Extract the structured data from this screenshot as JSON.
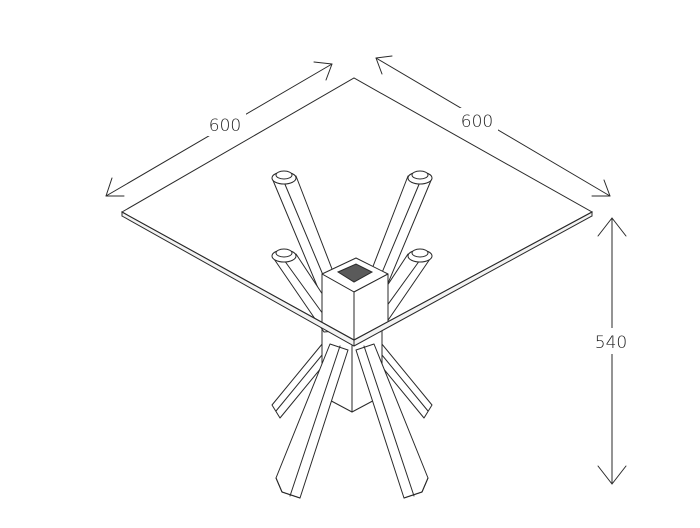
{
  "dimensions": {
    "width_left": "600",
    "width_right": "600",
    "height": "540"
  },
  "colors": {
    "stroke": "#2a2a2a",
    "background": "#ffffff"
  }
}
